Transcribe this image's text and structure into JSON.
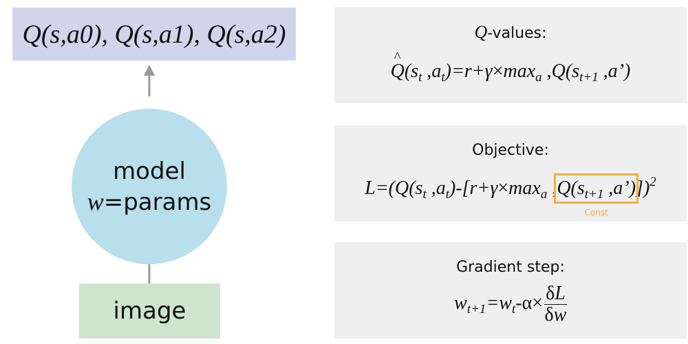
{
  "network": {
    "output": "Q(s,a0), Q(s,a1), Q(s,a2)",
    "model_label": "model",
    "model_param_var": "w",
    "model_param_rest": "=params",
    "input": "image"
  },
  "panels": {
    "q_values": {
      "title_q": "Q",
      "title_rest": "-values:"
    },
    "objective": {
      "title": "Objective:",
      "const_label": "Const"
    },
    "gradient": {
      "title": "Gradient step:"
    }
  },
  "colors": {
    "output_box": "#d1d5ec",
    "model_circle": "#b9dfec",
    "input_box": "#cfe4cd",
    "panel_bg": "#efefef",
    "highlight": "#f4ad3d",
    "arrow": "#999999"
  }
}
